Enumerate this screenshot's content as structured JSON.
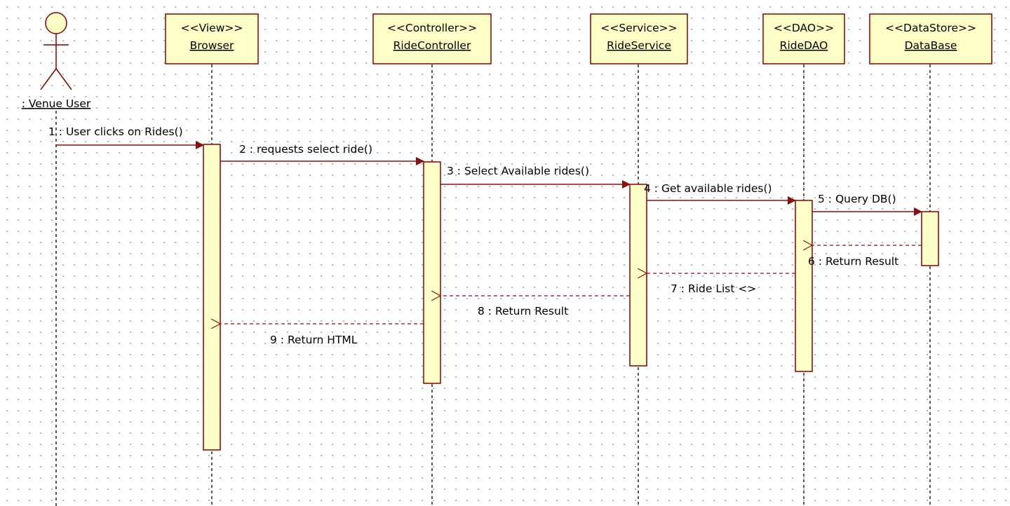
{
  "participants": [
    {
      "id": "venue-user",
      "kind": "actor",
      "stereotype": "",
      "name": ": Venue User"
    },
    {
      "id": "browser",
      "kind": "box",
      "stereotype": "<<View>>",
      "name": "Browser"
    },
    {
      "id": "ride-controller",
      "kind": "box",
      "stereotype": "<<Controller>>",
      "name": "RideController"
    },
    {
      "id": "ride-service",
      "kind": "box",
      "stereotype": "<<Service>>",
      "name": "RideService"
    },
    {
      "id": "ride-dao",
      "kind": "box",
      "stereotype": "<<DAO>>",
      "name": "RideDAO"
    },
    {
      "id": "database",
      "kind": "box",
      "stereotype": "<<DataStore>>",
      "name": "DataBase"
    }
  ],
  "messages": [
    {
      "id": "m1",
      "label": "1 : User clicks on Rides()",
      "from": "venue-user",
      "to": "browser",
      "type": "call"
    },
    {
      "id": "m2",
      "label": "2 : requests select ride()",
      "from": "browser",
      "to": "ride-controller",
      "type": "call"
    },
    {
      "id": "m3",
      "label": "3 : Select Available rides()",
      "from": "ride-controller",
      "to": "ride-service",
      "type": "call"
    },
    {
      "id": "m4",
      "label": "4 : Get available rides()",
      "from": "ride-service",
      "to": "ride-dao",
      "type": "call"
    },
    {
      "id": "m5",
      "label": "5 : Query DB()",
      "from": "ride-dao",
      "to": "database",
      "type": "call"
    },
    {
      "id": "m6",
      "label": "6 : Return Result",
      "from": "database",
      "to": "ride-dao",
      "type": "return"
    },
    {
      "id": "m7",
      "label": "7 : Ride List <>",
      "from": "ride-dao",
      "to": "ride-service",
      "type": "return"
    },
    {
      "id": "m8",
      "label": "8 : Return Result",
      "from": "ride-service",
      "to": "ride-controller",
      "type": "return"
    },
    {
      "id": "m9",
      "label": "9 : Return HTML",
      "from": "ride-controller",
      "to": "browser",
      "type": "return"
    }
  ],
  "colors": {
    "box_fill": "#ffffc8",
    "box_border": "#880000",
    "message_line": "#8a1010",
    "lifeline": "#000000",
    "grid_dot": "#b4b4b4"
  }
}
